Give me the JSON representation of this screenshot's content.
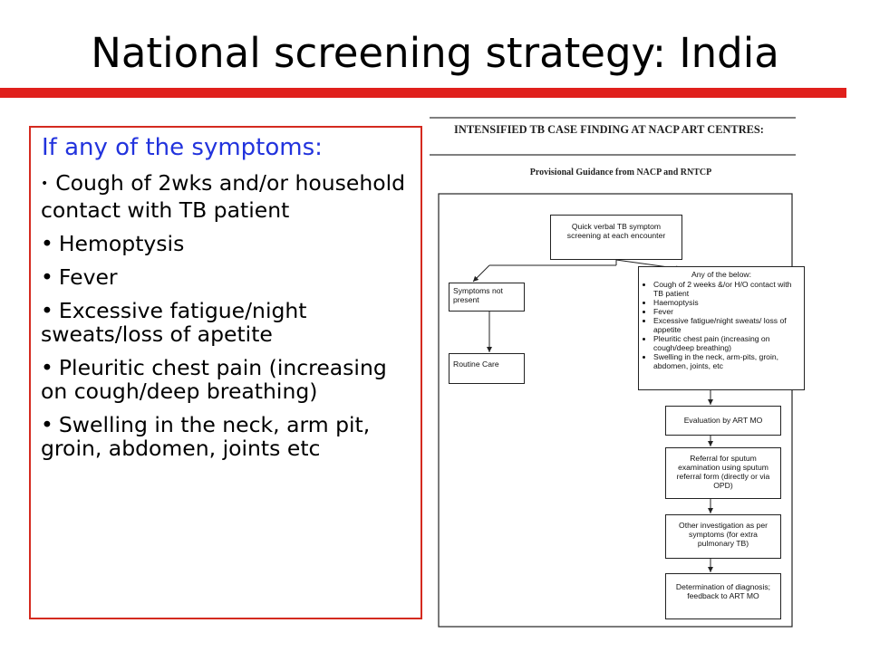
{
  "slide": {
    "title": "National screening strategy: India"
  },
  "symptoms": {
    "heading": "If any of the symptoms:",
    "items": [
      "Cough of 2wks and/or household contact with TB patient",
      "Hemoptysis",
      "Fever",
      "Excessive fatigue/night sweats/loss of apetite",
      "Pleuritic chest pain (increasing on cough/deep breathing)",
      "Swelling in the neck, arm pit, groin, abdomen, joints etc"
    ]
  },
  "flowchart": {
    "title": "INTENSIFIED TB CASE FINDING AT NACP ART CENTRES:",
    "subtitle": "Provisional Guidance from NACP and RNTCP",
    "screening": "Quick verbal TB symptom screening at each encounter",
    "no_symptoms": "Symptoms not present",
    "routine_care": "Routine Care",
    "any_heading": "Any of the below:",
    "any_items": [
      "Cough of 2 weeks &/or H/O contact with TB patient",
      "Haemoptysis",
      "Fever",
      "Excessive fatigue/night sweats/ loss of appetite",
      "Pleuritic chest pain (increasing on cough/deep breathing)",
      "Swelling in the neck, arm-pits, groin, abdomen, joints, etc"
    ],
    "evaluation": "Evaluation by ART MO",
    "referral": "Referral for sputum examination using sputum referral form (directly or via OPD)",
    "other_investigation": "Other investigation as per symptoms (for extra pulmonary TB)",
    "determination": "Determination of diagnosis; feedback to ART MO"
  }
}
